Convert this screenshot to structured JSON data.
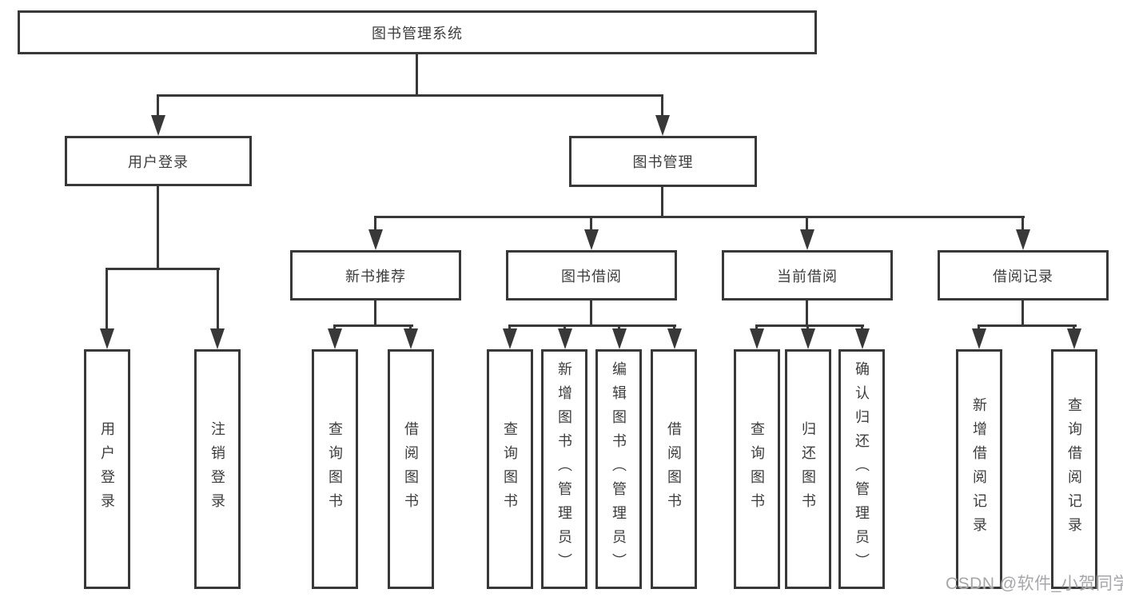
{
  "diagram": {
    "root": {
      "label": "图书管理系统"
    },
    "branches": [
      {
        "label": "用户登录",
        "leaves": [
          "用户登录",
          "注销登录"
        ]
      },
      {
        "label": "图书管理",
        "children": [
          {
            "label": "新书推荐",
            "leaves": [
              "查询图书",
              "借阅图书"
            ]
          },
          {
            "label": "图书借阅",
            "leaves": [
              "查询图书",
              "新增图书（管理员）",
              "编辑图书（管理员）",
              "借阅图书"
            ]
          },
          {
            "label": "当前借阅",
            "leaves": [
              "查询图书",
              "归还图书",
              "确认归还（管理员）"
            ]
          },
          {
            "label": "借阅记录",
            "leaves": [
              "新增借阅记录",
              "查询借阅记录"
            ]
          }
        ]
      }
    ]
  },
  "watermark": {
    "text": "CSDN @软件_小贺同学"
  },
  "colors": {
    "line": "#383838",
    "text": "#3d3d3d",
    "watermark": "#a7a7ab",
    "background": "#ffffff"
  }
}
